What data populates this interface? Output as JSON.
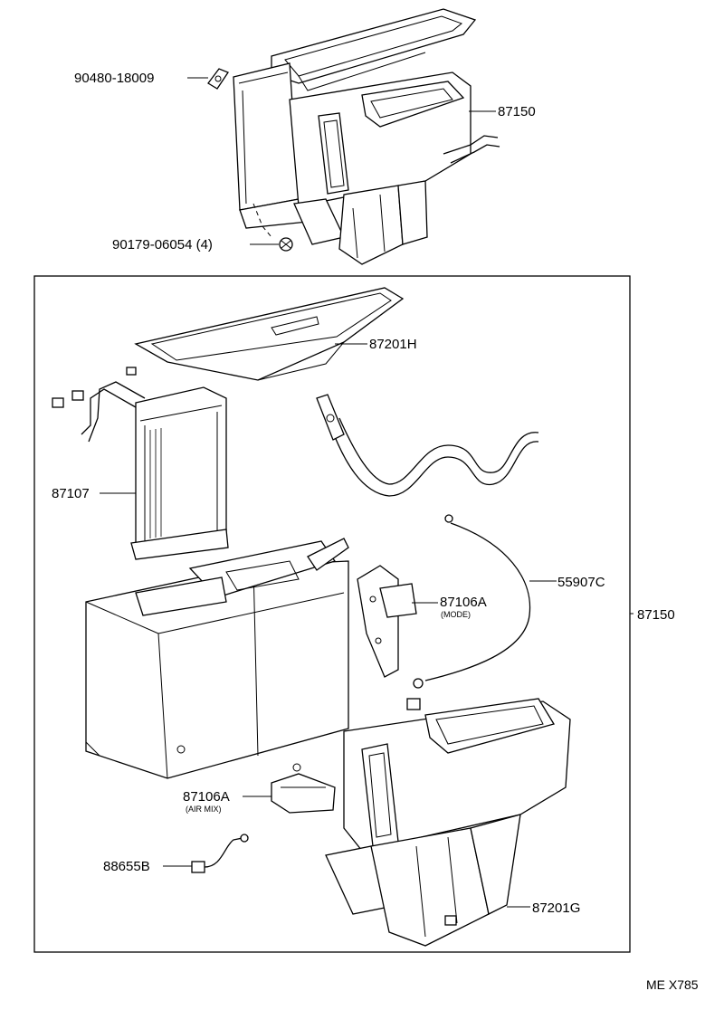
{
  "parts": {
    "p1": {
      "code": "90480-18009"
    },
    "p2": {
      "code": "87150"
    },
    "p3": {
      "code": "90179-06054 (4)"
    },
    "p4": {
      "code": "87201H"
    },
    "p5": {
      "code": "87107"
    },
    "p6": {
      "code": "55907C"
    },
    "p7": {
      "code": "87106A",
      "sub": "(MODE)"
    },
    "p8": {
      "code": "87150"
    },
    "p9": {
      "code": "87106A",
      "sub": "(AIR MIX)"
    },
    "p10": {
      "code": "88655B"
    },
    "p11": {
      "code": "87201G"
    }
  },
  "reference": "ME X785"
}
